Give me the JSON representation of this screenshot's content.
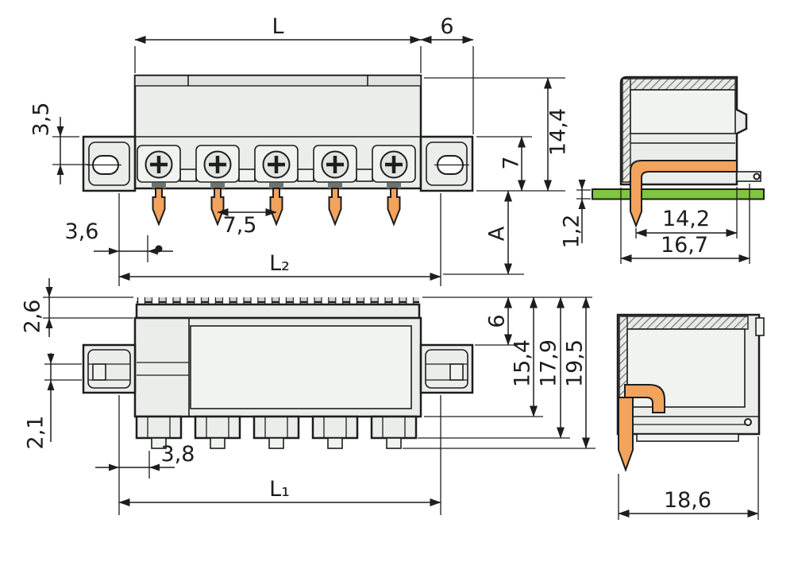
{
  "views": {
    "front": {
      "dims": {
        "length": "L",
        "six": "6",
        "three_five": "3,5",
        "seven": "7",
        "fourteen_four": "14,4",
        "a_dim": "A",
        "three_six": "3,6",
        "seven_five": "7,5",
        "l_two": "L₂"
      }
    },
    "side_upper": {
      "dims": {
        "one_two": "1,2",
        "fourteen_two": "14,2",
        "sixteen_seven": "16,7"
      }
    },
    "bottom": {
      "dims": {
        "two_six": "2,6",
        "six": "6",
        "fifteen_four": "15,4",
        "seventeen_nine": "17,9",
        "nineteen_five": "19,5",
        "two_one": "2,1",
        "three_eight": "3,8",
        "l_one": "L₁"
      }
    },
    "side_lower": {
      "dims": {
        "eighteen_six": "18,6"
      }
    }
  },
  "colors": {
    "pin_orange": "#f2a35c",
    "pcb_green": "#7fc442",
    "body_gray": "#ebedeb",
    "line_dark": "#1d1d1d"
  }
}
